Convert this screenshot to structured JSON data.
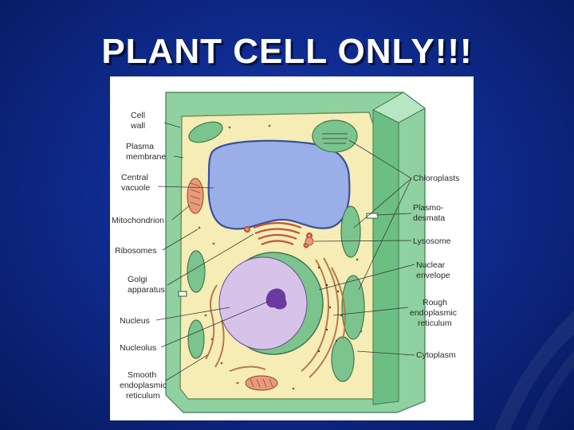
{
  "slide": {
    "title": "PLANT CELL ONLY!!!"
  },
  "colors": {
    "background": "#0f2b8f",
    "cell_wall": "#8fd1a0",
    "cytoplasm": "#f6ecb6",
    "vacuole": "#9aaee8",
    "nucleus": "#d7c3ea",
    "nucleolus": "#6a3aa0",
    "chloroplast": "#7cc48d",
    "organelle": "#e89a7c"
  },
  "diagram": {
    "left_labels": {
      "cell_wall": [
        "Cell",
        "wall"
      ],
      "plasma_membrane": [
        "Plasma",
        "membrane"
      ],
      "central_vacuole": [
        "Central",
        "vacuole"
      ],
      "mitochondrion": [
        "Mitochondrion"
      ],
      "ribosomes": [
        "Ribosomes"
      ],
      "golgi": [
        "Golgi",
        "apparatus"
      ],
      "nucleus": [
        "Nucleus"
      ],
      "nucleolus": [
        "Nucleolus"
      ],
      "smooth_er": [
        "Smooth",
        "endoplasmic",
        "reticulum"
      ]
    },
    "right_labels": {
      "chloroplasts": [
        "Chloroplasts"
      ],
      "plasmodesmata": [
        "Plasmo-",
        "desmata"
      ],
      "lysosome": [
        "Lysosome"
      ],
      "nuclear_envelope": [
        "Nuclear",
        "envelope"
      ],
      "rough_er": [
        "Rough",
        "endoplasmic",
        "reticulum"
      ],
      "cytoplasm": [
        "Cytoplasm"
      ]
    }
  }
}
